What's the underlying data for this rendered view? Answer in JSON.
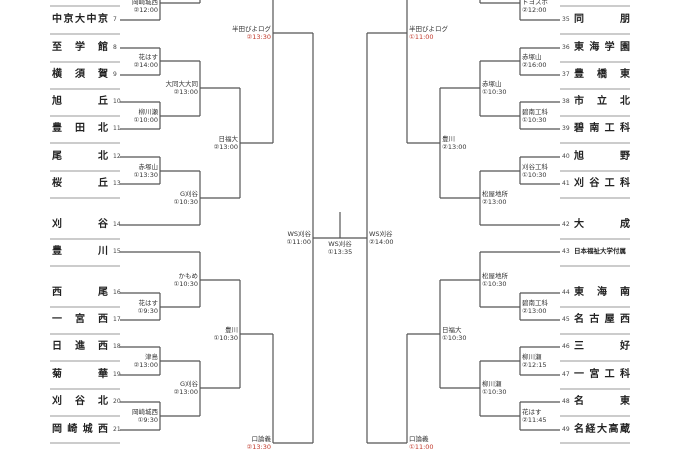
{
  "left_teams": [
    {
      "num": "7",
      "name": "中京大中京"
    },
    {
      "num": "8",
      "name": "至学館"
    },
    {
      "num": "9",
      "name": "横須賀"
    },
    {
      "num": "10",
      "name": "旭丘"
    },
    {
      "num": "11",
      "name": "豊田北"
    },
    {
      "num": "12",
      "name": "尾北"
    },
    {
      "num": "13",
      "name": "桜丘"
    },
    {
      "num": "14",
      "name": "刈谷"
    },
    {
      "num": "15",
      "name": "豊川"
    },
    {
      "num": "16",
      "name": "西尾"
    },
    {
      "num": "17",
      "name": "一宮西"
    },
    {
      "num": "18",
      "name": "日進西"
    },
    {
      "num": "19",
      "name": "菊華"
    },
    {
      "num": "20",
      "name": "刈谷北"
    },
    {
      "num": "21",
      "name": "岡崎城西"
    }
  ],
  "right_teams": [
    {
      "num": "35",
      "name": "同朋"
    },
    {
      "num": "36",
      "name": "東海学園"
    },
    {
      "num": "37",
      "name": "豊橋東"
    },
    {
      "num": "38",
      "name": "市立北"
    },
    {
      "num": "39",
      "name": "碧南工科"
    },
    {
      "num": "40",
      "name": "旭野"
    },
    {
      "num": "41",
      "name": "刈谷工科"
    },
    {
      "num": "42",
      "name": "大成"
    },
    {
      "num": "43",
      "name": "日本福祉大学付属"
    },
    {
      "num": "44",
      "name": "東海南"
    },
    {
      "num": "45",
      "name": "名古屋西"
    },
    {
      "num": "46",
      "name": "三好"
    },
    {
      "num": "47",
      "name": "一宮工科"
    },
    {
      "num": "48",
      "name": "名東"
    },
    {
      "num": "49",
      "name": "名経大高蔵"
    }
  ],
  "left_matches": [
    {
      "venue": "岡崎城西",
      "time": "②12:00"
    },
    {
      "venue": "花はす",
      "time": "②14:00"
    },
    {
      "venue": "柳川瀬",
      "time": "①10:00"
    },
    {
      "venue": "赤塚山",
      "time": "①13:30"
    },
    {
      "venue": "大同大大同",
      "time": "②13:00"
    },
    {
      "venue": "G刈谷",
      "time": "①10:30"
    },
    {
      "venue": "日福大",
      "time": "②13:00"
    },
    {
      "venue": "半田びよログ",
      "time": "②13:30"
    },
    {
      "venue": "花はす",
      "time": "①9:30"
    },
    {
      "venue": "津島",
      "time": "②13:00"
    },
    {
      "venue": "岡崎城西",
      "time": "①9:30"
    },
    {
      "venue": "かもめ",
      "time": "①10:30"
    },
    {
      "venue": "G刈谷",
      "time": "②13:00"
    },
    {
      "venue": "豊川",
      "time": "①10:30"
    },
    {
      "venue": "口論義",
      "time": "②13:30"
    },
    {
      "venue": "WS刈谷",
      "time": "①11:00"
    }
  ],
  "right_matches": [
    {
      "venue": "トヨスポ",
      "time": "②12:00"
    },
    {
      "venue": "赤塚山",
      "time": "②16:00"
    },
    {
      "venue": "碧南工科",
      "time": "①10:30"
    },
    {
      "venue": "刈谷工科",
      "time": "①10:30"
    },
    {
      "venue": "赤塚山",
      "time": "①10:30"
    },
    {
      "venue": "松屋地所",
      "time": "②13:00"
    },
    {
      "venue": "豊川",
      "time": "②13:00"
    },
    {
      "venue": "半田びよログ",
      "time": "①11:00"
    },
    {
      "venue": "碧南工科",
      "time": "②13:00"
    },
    {
      "venue": "柳川瀬",
      "time": "②12:15"
    },
    {
      "venue": "花はす",
      "time": "②11:45"
    },
    {
      "venue": "松屋地所",
      "time": "①10:30"
    },
    {
      "venue": "柳川瀬",
      "time": "①10:30"
    },
    {
      "venue": "日福大",
      "time": "①10:30"
    },
    {
      "venue": "口論義",
      "time": "①11:00"
    },
    {
      "venue": "WS刈谷",
      "time": "②14:00"
    }
  ],
  "final": {
    "venue": "WS刈谷",
    "time": "①13:35"
  },
  "colors": {
    "line": "#555555",
    "separator": "#9a9a9a",
    "highlight_time": "#c0392b"
  }
}
